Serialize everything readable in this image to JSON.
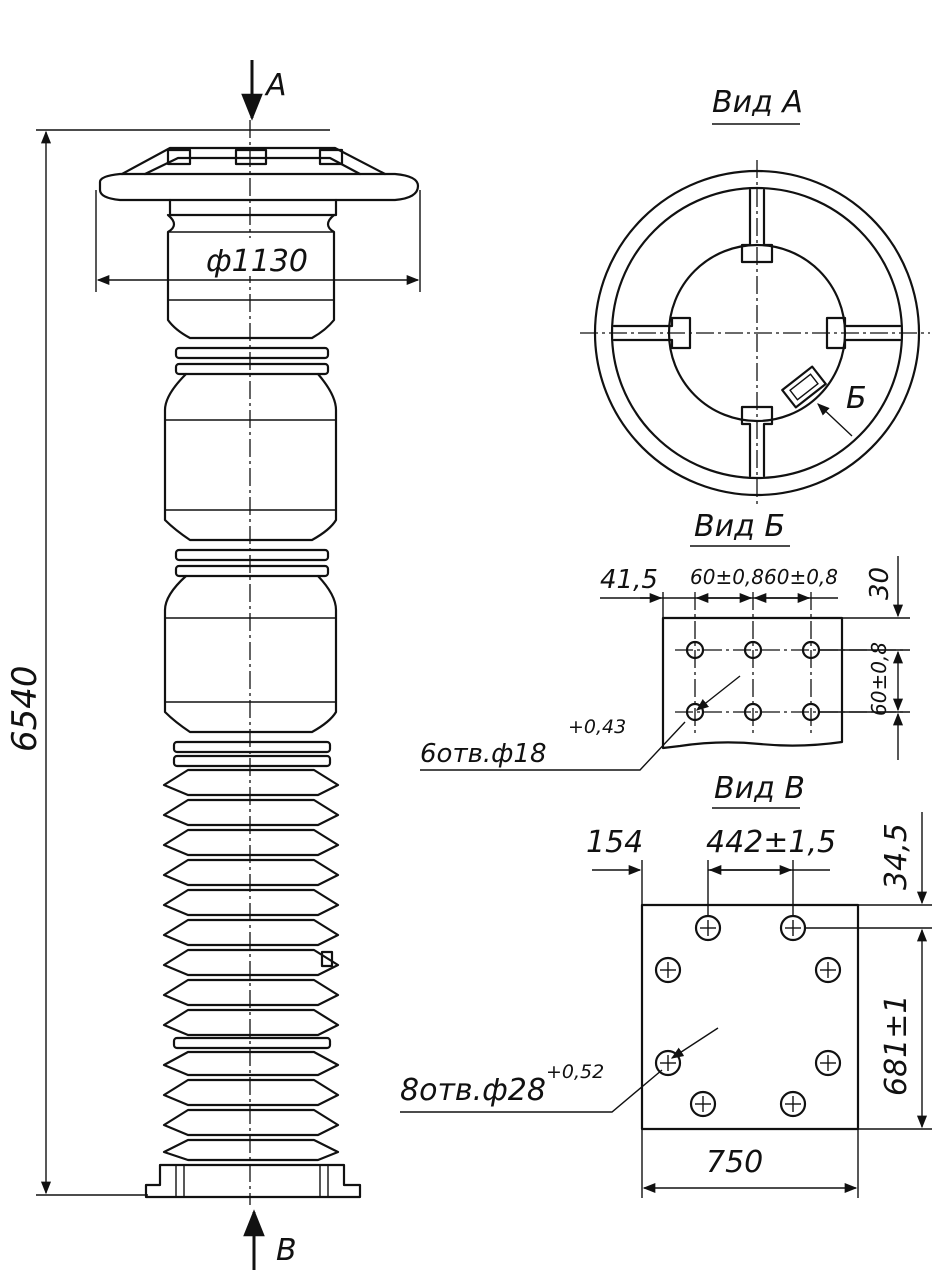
{
  "drawing": {
    "arrow_top_label": "A",
    "arrow_bottom_label": "B",
    "height_dim": "6540",
    "diameter_dim": "ф1130"
  },
  "view_a": {
    "title": "Вид А",
    "detail_label": "Б"
  },
  "view_b": {
    "title": "Вид Б",
    "dim_left": "41,5",
    "dim_pitch_1": "60±0,8",
    "dim_pitch_2": "60±0,8",
    "dim_right": "30",
    "dim_vertical": "60±0,8",
    "hole_note_main": "6отв.ф18",
    "hole_note_tol": "+0,43"
  },
  "view_v": {
    "title": "Вид В",
    "dim_left": "154",
    "dim_pitch": "442±1,5",
    "dim_top": "34,5",
    "dim_height": "681±1",
    "dim_width": "750",
    "hole_note_main": "8отв.ф28",
    "hole_note_tol": "+0,52"
  }
}
